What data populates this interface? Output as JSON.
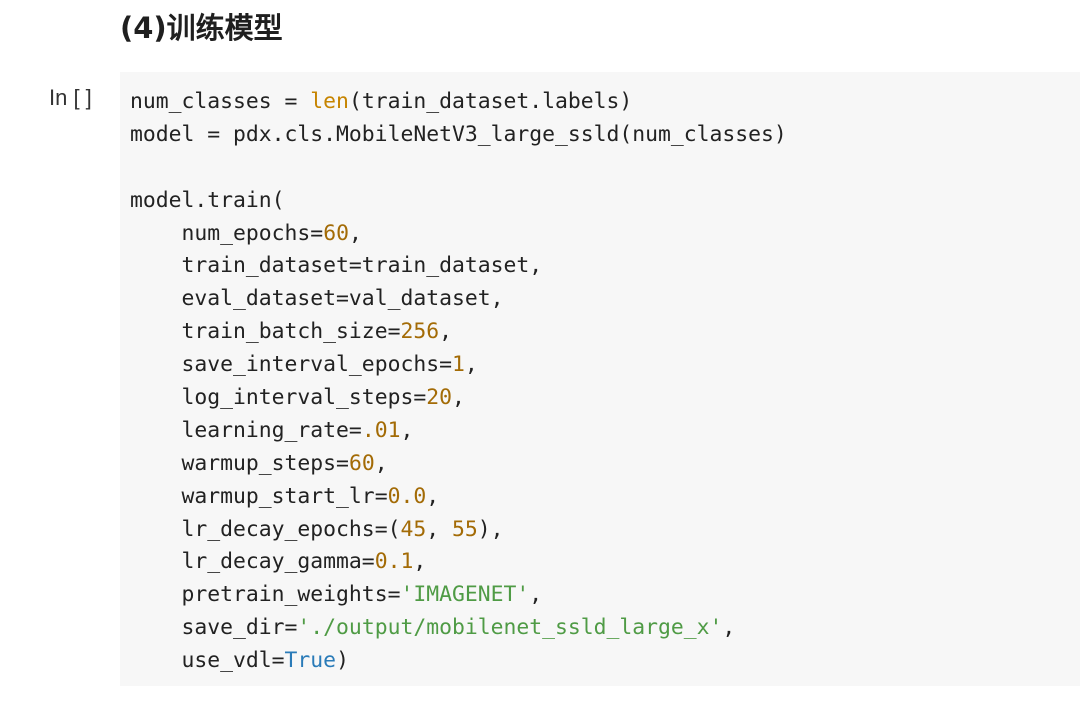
{
  "section": {
    "title": "(4)训练模型"
  },
  "cell": {
    "prompt": "In [ ]",
    "lines": [
      {
        "indent": "",
        "tokens": [
          {
            "t": "num_classes = ",
            "k": "plain"
          },
          {
            "t": "len",
            "k": "builtin"
          },
          {
            "t": "(train_dataset.labels)",
            "k": "plain"
          }
        ]
      },
      {
        "indent": "",
        "tokens": [
          {
            "t": "model = pdx.cls.MobileNetV3_large_ssld(num_classes)",
            "k": "plain"
          }
        ]
      },
      {
        "indent": "",
        "tokens": []
      },
      {
        "indent": "",
        "tokens": [
          {
            "t": "model.train(",
            "k": "plain"
          }
        ]
      },
      {
        "indent": "    ",
        "tokens": [
          {
            "t": "num_epochs=",
            "k": "plain"
          },
          {
            "t": "60",
            "k": "num"
          },
          {
            "t": ",",
            "k": "plain"
          }
        ]
      },
      {
        "indent": "    ",
        "tokens": [
          {
            "t": "train_dataset=train_dataset,",
            "k": "plain"
          }
        ]
      },
      {
        "indent": "    ",
        "tokens": [
          {
            "t": "eval_dataset=val_dataset,",
            "k": "plain"
          }
        ]
      },
      {
        "indent": "    ",
        "tokens": [
          {
            "t": "train_batch_size=",
            "k": "plain"
          },
          {
            "t": "256",
            "k": "num"
          },
          {
            "t": ",",
            "k": "plain"
          }
        ]
      },
      {
        "indent": "    ",
        "tokens": [
          {
            "t": "save_interval_epochs=",
            "k": "plain"
          },
          {
            "t": "1",
            "k": "num"
          },
          {
            "t": ",",
            "k": "plain"
          }
        ]
      },
      {
        "indent": "    ",
        "tokens": [
          {
            "t": "log_interval_steps=",
            "k": "plain"
          },
          {
            "t": "20",
            "k": "num"
          },
          {
            "t": ",",
            "k": "plain"
          }
        ]
      },
      {
        "indent": "    ",
        "tokens": [
          {
            "t": "learning_rate=",
            "k": "plain"
          },
          {
            "t": ".01",
            "k": "num"
          },
          {
            "t": ",",
            "k": "plain"
          }
        ]
      },
      {
        "indent": "    ",
        "tokens": [
          {
            "t": "warmup_steps=",
            "k": "plain"
          },
          {
            "t": "60",
            "k": "num"
          },
          {
            "t": ",",
            "k": "plain"
          }
        ]
      },
      {
        "indent": "    ",
        "tokens": [
          {
            "t": "warmup_start_lr=",
            "k": "plain"
          },
          {
            "t": "0.0",
            "k": "num"
          },
          {
            "t": ",",
            "k": "plain"
          }
        ]
      },
      {
        "indent": "    ",
        "tokens": [
          {
            "t": "lr_decay_epochs=(",
            "k": "plain"
          },
          {
            "t": "45",
            "k": "num"
          },
          {
            "t": ", ",
            "k": "plain"
          },
          {
            "t": "55",
            "k": "num"
          },
          {
            "t": "),",
            "k": "plain"
          }
        ]
      },
      {
        "indent": "    ",
        "tokens": [
          {
            "t": "lr_decay_gamma=",
            "k": "plain"
          },
          {
            "t": "0.1",
            "k": "num"
          },
          {
            "t": ",",
            "k": "plain"
          }
        ]
      },
      {
        "indent": "    ",
        "tokens": [
          {
            "t": "pretrain_weights=",
            "k": "plain"
          },
          {
            "t": "'IMAGENET'",
            "k": "str"
          },
          {
            "t": ",",
            "k": "plain"
          }
        ]
      },
      {
        "indent": "    ",
        "tokens": [
          {
            "t": "save_dir=",
            "k": "plain"
          },
          {
            "t": "'./output/mobilenet_ssld_large_x'",
            "k": "str"
          },
          {
            "t": ",",
            "k": "plain"
          }
        ]
      },
      {
        "indent": "    ",
        "tokens": [
          {
            "t": "use_vdl=",
            "k": "plain"
          },
          {
            "t": "True",
            "k": "const"
          },
          {
            "t": ")",
            "k": "plain"
          }
        ]
      }
    ]
  },
  "colors": {
    "cell_background": "#f7f7f7",
    "builtin": "#c68400",
    "number": "#a36b06",
    "string": "#4f9b45",
    "constant": "#2a7bb8",
    "text": "#222222"
  }
}
